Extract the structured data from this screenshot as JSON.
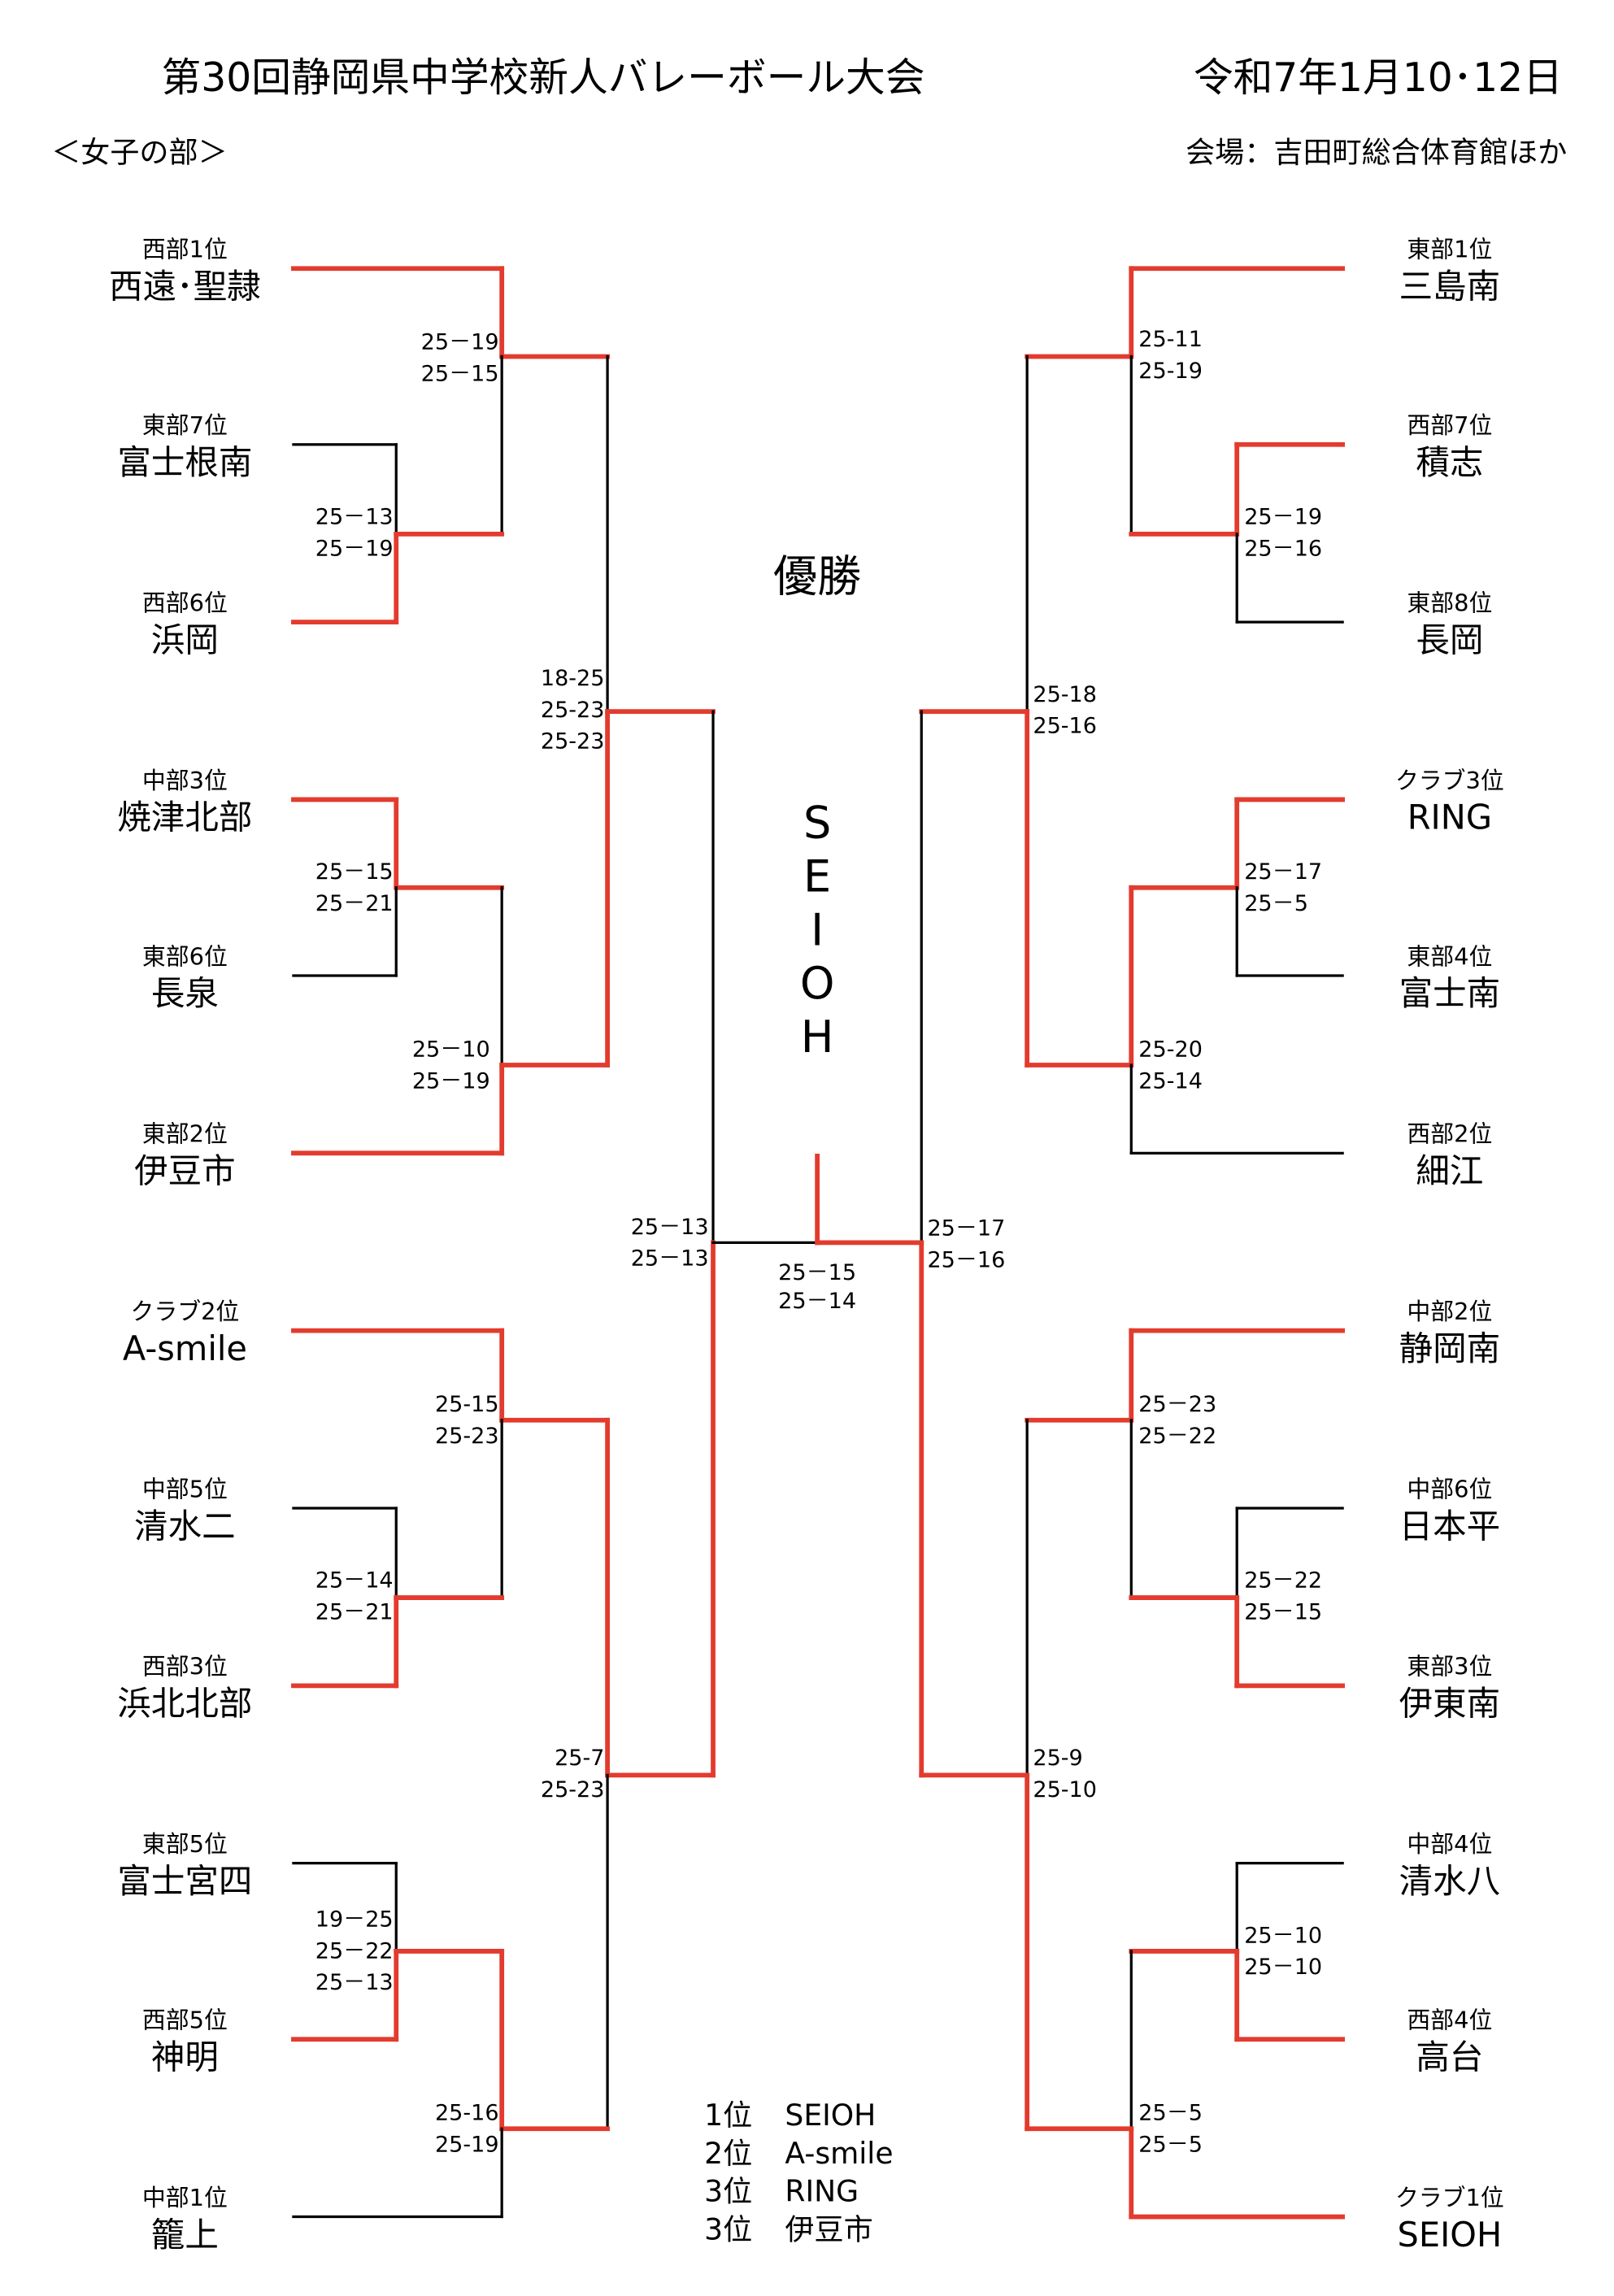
{
  "header": {
    "title": "第30回静岡県中学校新人バレーボール大会",
    "dates": "令和7年1月10･12日",
    "division": "＜女子の部＞",
    "venue": "会場：吉田町総合体育館ほか"
  },
  "left_teams": [
    {
      "rank": "西部1位",
      "name": "西遠･聖隷"
    },
    {
      "rank": "東部7位",
      "name": "富士根南"
    },
    {
      "rank": "西部6位",
      "name": "浜岡"
    },
    {
      "rank": "中部3位",
      "name": "焼津北部"
    },
    {
      "rank": "東部6位",
      "name": "長泉"
    },
    {
      "rank": "東部2位",
      "name": "伊豆市"
    },
    {
      "rank": "クラブ2位",
      "name": "A-smile"
    },
    {
      "rank": "中部5位",
      "name": "清水二"
    },
    {
      "rank": "西部3位",
      "name": "浜北北部"
    },
    {
      "rank": "東部5位",
      "name": "富士宮四"
    },
    {
      "rank": "西部5位",
      "name": "神明"
    },
    {
      "rank": "中部1位",
      "name": "籠上"
    }
  ],
  "right_teams": [
    {
      "rank": "東部1位",
      "name": "三島南"
    },
    {
      "rank": "西部7位",
      "name": "積志"
    },
    {
      "rank": "東部8位",
      "name": "長岡"
    },
    {
      "rank": "クラブ3位",
      "name": "RING"
    },
    {
      "rank": "東部4位",
      "name": "富士南"
    },
    {
      "rank": "西部2位",
      "name": "細江"
    },
    {
      "rank": "中部2位",
      "name": "静岡南"
    },
    {
      "rank": "中部6位",
      "name": "日本平"
    },
    {
      "rank": "東部3位",
      "name": "伊東南"
    },
    {
      "rank": "中部4位",
      "name": "清水八"
    },
    {
      "rank": "西部4位",
      "name": "高台"
    },
    {
      "rank": "クラブ1位",
      "name": "SEIOH"
    }
  ],
  "left_matches": [
    {
      "scores": [
        "25－19",
        "25－15"
      ]
    },
    {
      "scores": [
        "25－13",
        "25－19"
      ]
    },
    {
      "scores": [
        "18-25",
        "25-23",
        "25-23"
      ]
    },
    {
      "scores": [
        "25－15",
        "25－21"
      ]
    },
    {
      "scores": [
        "25－10",
        "25－19"
      ]
    },
    {
      "scores": [
        "25－13",
        "25－13"
      ]
    },
    {
      "scores": [
        "25-15",
        "25-23"
      ]
    },
    {
      "scores": [
        "25－14",
        "25－21"
      ]
    },
    {
      "scores": [
        "25-7",
        "25-23"
      ]
    },
    {
      "scores": [
        "19－25",
        "25－22",
        "25－13"
      ]
    },
    {
      "scores": [
        "25-16",
        "25-19"
      ]
    }
  ],
  "right_matches": [
    {
      "scores": [
        "25-11",
        "25-19"
      ]
    },
    {
      "scores": [
        "25－19",
        "25－16"
      ]
    },
    {
      "scores": [
        "25-18",
        "25-16"
      ]
    },
    {
      "scores": [
        "25－17",
        "25－5"
      ]
    },
    {
      "scores": [
        "25-20",
        "25-14"
      ]
    },
    {
      "scores": [
        "25－17",
        "25－16"
      ]
    },
    {
      "scores": [
        "25－23",
        "25－22"
      ]
    },
    {
      "scores": [
        "25－22",
        "25－15"
      ]
    },
    {
      "scores": [
        "25-9",
        "25-10"
      ]
    },
    {
      "scores": [
        "25－10",
        "25－10"
      ]
    },
    {
      "scores": [
        "25－5",
        "25－5"
      ]
    }
  ],
  "final": {
    "scores": [
      "25－15",
      "25－14"
    ]
  },
  "champion": {
    "label": "優勝",
    "letters": [
      "S",
      "E",
      "I",
      "O",
      "H"
    ]
  },
  "results": [
    {
      "place": "1位",
      "team": "SEIOH"
    },
    {
      "place": "2位",
      "team": "A-smile"
    },
    {
      "place": "3位",
      "team": "RING"
    },
    {
      "place": "3位",
      "team": "伊豆市"
    }
  ],
  "colors": {
    "winner_line": "#e33b2e",
    "line": "#000000"
  }
}
